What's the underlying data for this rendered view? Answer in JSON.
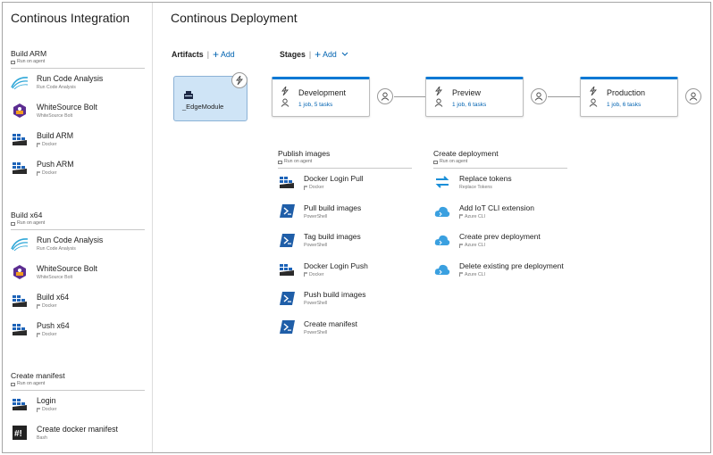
{
  "ci": {
    "title": "Continous Integration",
    "sections": [
      {
        "title": "Build ARM",
        "subtitle": "Run on agent",
        "tasks": [
          {
            "name": "Run Code Analysis",
            "sub": "Run Code Analysis",
            "icon": "code-analysis-icon"
          },
          {
            "name": "WhiteSource Bolt",
            "sub": "WhiteSource Bolt",
            "icon": "whitesource-icon"
          },
          {
            "name": "Build ARM",
            "sub": "Docker",
            "icon": "docker-icon"
          },
          {
            "name": "Push ARM",
            "sub": "Docker",
            "icon": "docker-icon"
          }
        ]
      },
      {
        "title": "Build x64",
        "subtitle": "Run on agent",
        "tasks": [
          {
            "name": "Run Code Analysis",
            "sub": "Run Code Analysis",
            "icon": "code-analysis-icon"
          },
          {
            "name": "WhiteSource Bolt",
            "sub": "WhiteSource Bolt",
            "icon": "whitesource-icon"
          },
          {
            "name": "Build x64",
            "sub": "Docker",
            "icon": "docker-icon"
          },
          {
            "name": "Push x64",
            "sub": "Docker",
            "icon": "docker-icon"
          }
        ]
      },
      {
        "title": "Create manifest",
        "subtitle": "Run on agent",
        "tasks": [
          {
            "name": "Login",
            "sub": "Docker",
            "icon": "docker-icon"
          },
          {
            "name": "Create docker manifest",
            "sub": "Bash",
            "icon": "bash-icon"
          }
        ]
      }
    ]
  },
  "cd": {
    "title": "Continous Deployment",
    "artifacts_label": "Artifacts",
    "stages_label": "Stages",
    "add_label": "Add",
    "artifact": {
      "name": "_EdgeModule"
    },
    "stages": [
      {
        "name": "Development",
        "jobs": "1 job, 5 tasks"
      },
      {
        "name": "Preview",
        "jobs": "1 job, 6 tasks"
      },
      {
        "name": "Production",
        "jobs": "1 job, 6 tasks"
      }
    ],
    "phases": [
      {
        "title": "Publish images",
        "subtitle": "Run on agent",
        "tasks": [
          {
            "name": "Docker Login Pull",
            "sub": "Docker",
            "icon": "docker-icon"
          },
          {
            "name": "Pull build images",
            "sub": "PowerShell",
            "icon": "powershell-icon"
          },
          {
            "name": "Tag build images",
            "sub": "PowerShell",
            "icon": "powershell-icon"
          },
          {
            "name": "Docker Login Push",
            "sub": "Docker",
            "icon": "docker-icon"
          },
          {
            "name": "Push build images",
            "sub": "PowerShell",
            "icon": "powershell-icon"
          },
          {
            "name": "Create manifest",
            "sub": "PowerShell",
            "icon": "powershell-icon"
          }
        ]
      },
      {
        "title": "Create deployment",
        "subtitle": "Run on agent",
        "tasks": [
          {
            "name": "Replace tokens",
            "sub": "Replace Tokens",
            "icon": "replace-tokens-icon"
          },
          {
            "name": "Add IoT CLI extension",
            "sub": "Azure CLI",
            "icon": "azure-cli-icon"
          },
          {
            "name": "Create prev deployment",
            "sub": "Azure CLI",
            "icon": "azure-cli-icon"
          },
          {
            "name": "Delete existing pre deployment",
            "sub": "Azure CLI",
            "icon": "azure-cli-icon"
          }
        ]
      }
    ]
  },
  "colors": {
    "accent": "#0078d4",
    "link": "#0063b1",
    "artifact_bg": "#cfe4f6"
  }
}
